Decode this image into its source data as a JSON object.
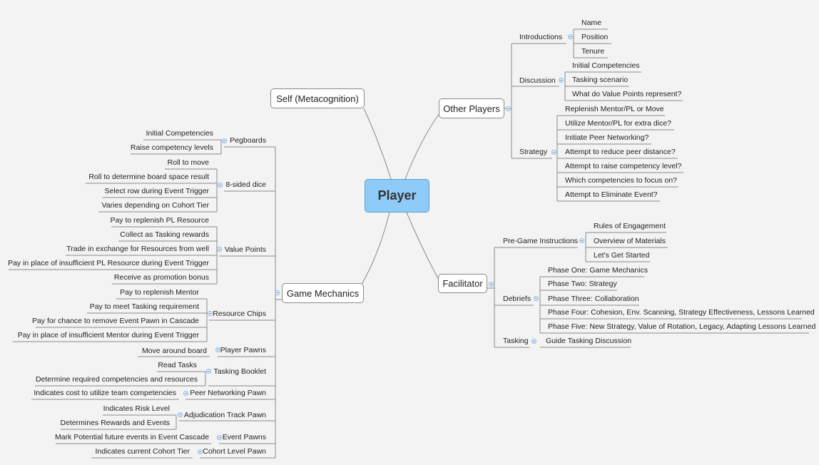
{
  "root": "Player",
  "self_branch": {
    "label": "Self (Metacognition)"
  },
  "other_players": {
    "label": "Other Players",
    "introductions": {
      "label": "Introductions",
      "items": [
        "Name",
        "Position",
        "Tenure"
      ]
    },
    "discussion": {
      "label": "Discussion",
      "items": [
        "Initial Competencies",
        "Tasking scenario",
        "What do Value Points represent?"
      ]
    },
    "strategy": {
      "label": "Strategy",
      "items": [
        "Replenish Mentor/PL or Move",
        "Utilize Mentor/PL for extra dice?",
        "Initiate Peer Networking?",
        "Attempt to reduce peer distance?",
        "Attempt to raise competency level?",
        "Which competencies to focus on?",
        "Attempt to Eliminate Event?"
      ]
    }
  },
  "facilitator": {
    "label": "Facilitator",
    "pregame": {
      "label": "Pre-Game Instructions",
      "items": [
        "Rules of Engagement",
        "Overview of Materials",
        "Let's Get Started"
      ]
    },
    "debriefs": {
      "label": "Debriefs",
      "items": [
        "Phase One: Game Mechanics",
        "Phase Two: Strategy",
        "Phase Three: Collaboration",
        "Phase Four: Cohesion, Env. Scanning, Strategy Effectiveness, Lessons Learned",
        "Phase Five: New Strategy, Value of Rotation, Legacy, Adapting Lessons Learned"
      ]
    },
    "tasking": {
      "label": "Tasking",
      "items": [
        "Guide Tasking Discussion"
      ]
    }
  },
  "game_mechanics": {
    "label": "Game Mechanics",
    "pegboards": {
      "label": "Pegboards",
      "items": [
        "Initial Competencies",
        "Raise competency levels"
      ]
    },
    "dice": {
      "label": "8-sided dice",
      "items": [
        "Roll to move",
        "Roll to determine board space result",
        "Select row during Event Trigger",
        "Varies depending on Cohort Tier"
      ]
    },
    "value_points": {
      "label": "Value Points",
      "items": [
        "Pay to replenish PL Resource",
        "Collect as Tasking rewards",
        "Trade in exchange for Resources from well",
        "Pay in place of insufficient PL Resource during Event Trigger",
        "Receive as promotion bonus"
      ]
    },
    "resource_chips": {
      "label": "Resource Chips",
      "items": [
        "Pay to replenish Mentor",
        "Pay to meet Tasking requirement",
        "Pay for chance to remove Event Pawn in Cascade",
        "Pay in place of insufficient Mentor during Event Trigger"
      ]
    },
    "player_pawns": {
      "label": "Player Pawns",
      "items": [
        "Move around board"
      ]
    },
    "tasking_booklet": {
      "label": "Tasking Booklet",
      "items": [
        "Read Tasks",
        "Determine required competencies and resources"
      ]
    },
    "peer_networking": {
      "label": "Peer Networking Pawn",
      "items": [
        "Indicates cost to utilize team competencies"
      ]
    },
    "adjudication": {
      "label": "Adjudication Track Pawn",
      "items": [
        "Indicates Risk Level",
        "Determines Rewards and Events"
      ]
    },
    "event_pawns": {
      "label": "Event Pawns",
      "items": [
        "Mark Potential future events in Event Cascade"
      ]
    },
    "cohort_pawn": {
      "label": "Cohort Level Pawn",
      "items": [
        "Indicates current Cohort Tier"
      ]
    }
  }
}
